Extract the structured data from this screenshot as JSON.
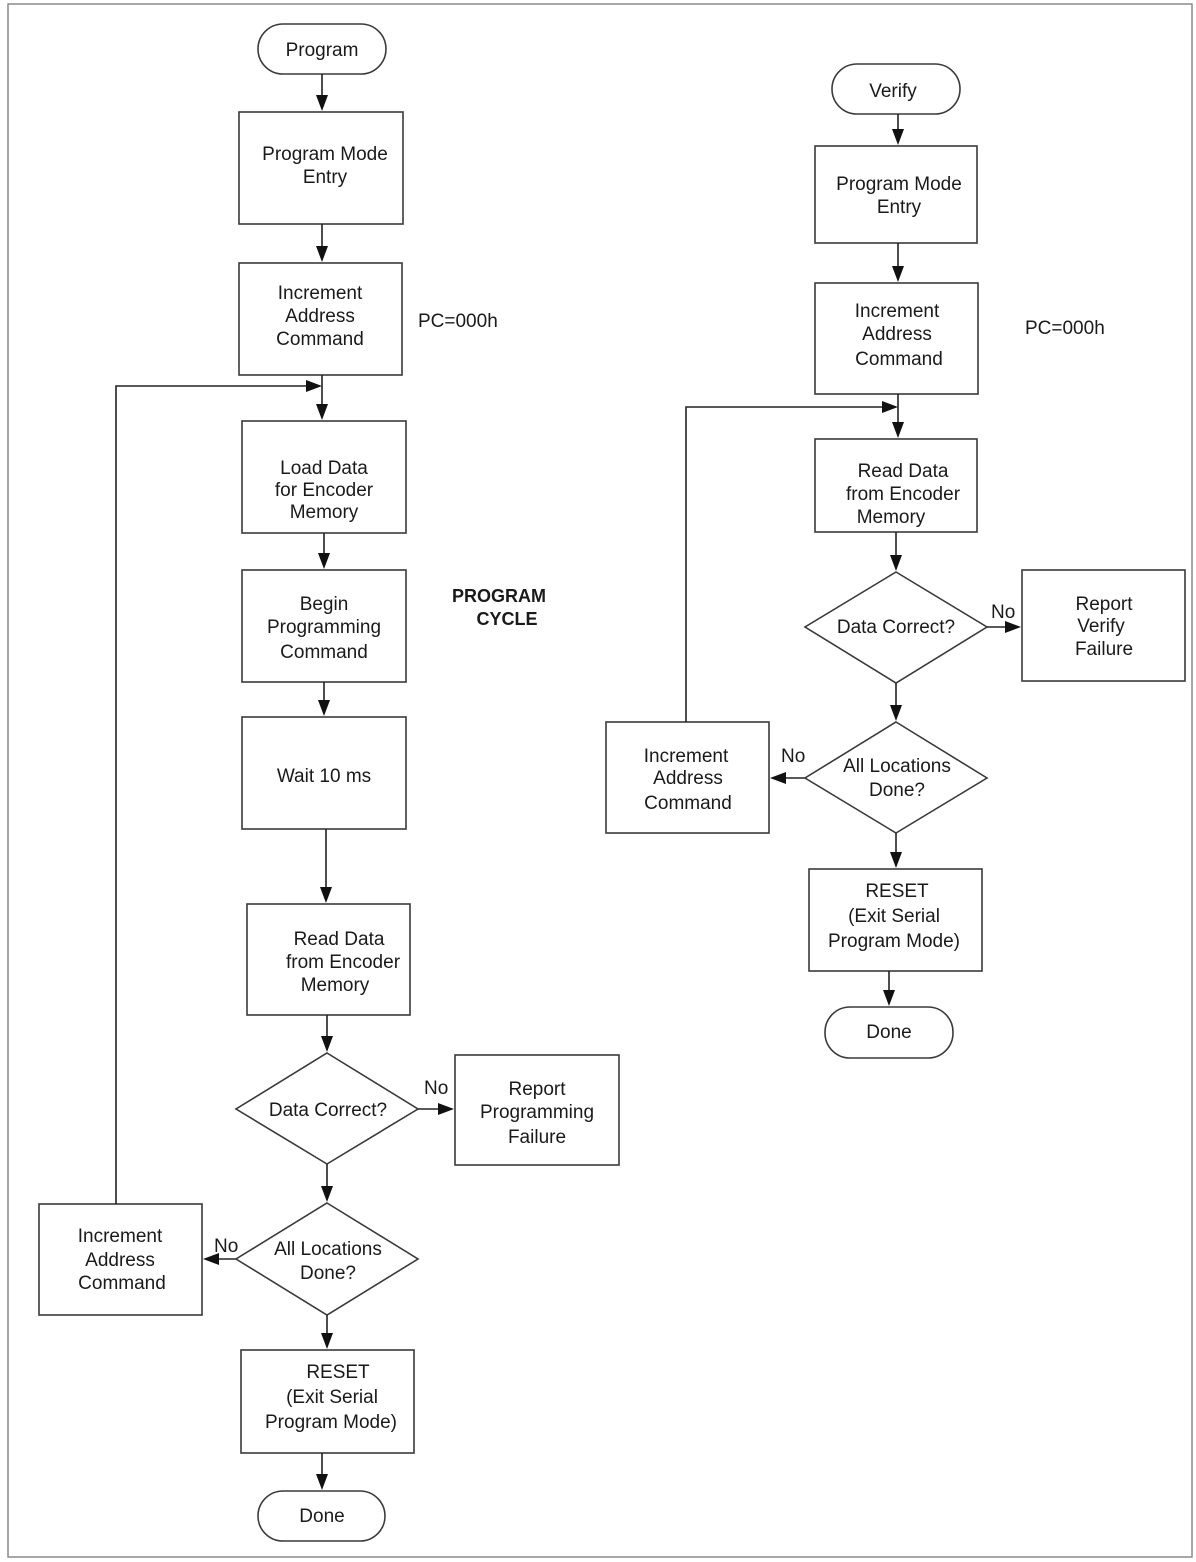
{
  "program_flow": {
    "start": "Program",
    "entry": [
      "Program Mode",
      "Entry"
    ],
    "increment_initial": [
      "Increment",
      "Address",
      "Command"
    ],
    "pc_note": "PC=000h",
    "load_data": [
      "Load Data",
      "for Encoder",
      "Memory"
    ],
    "begin_programming": [
      "Begin",
      "Programming",
      "Command"
    ],
    "cycle_label": [
      "PROGRAM",
      "CYCLE"
    ],
    "wait": "Wait 10 ms",
    "read_data": [
      "Read Data",
      "from Encoder",
      "Memory"
    ],
    "data_correct": "Data Correct?",
    "no_label_data": "No",
    "report_failure": [
      "Report",
      "Programming",
      "Failure"
    ],
    "all_locations": [
      "All Locations",
      "Done?"
    ],
    "no_label_locations": "No",
    "increment_loop": [
      "Increment",
      "Address",
      "Command"
    ],
    "reset": [
      "RESET",
      "(Exit Serial",
      "Program Mode)"
    ],
    "done": "Done"
  },
  "verify_flow": {
    "start": "Verify",
    "entry": [
      "Program Mode",
      "Entry"
    ],
    "increment_initial": [
      "Increment",
      "Address",
      "Command"
    ],
    "pc_note": "PC=000h",
    "read_data": [
      "Read Data",
      "from Encoder",
      "Memory"
    ],
    "data_correct": "Data Correct?",
    "no_label_data": "No",
    "report_failure": [
      "Report",
      "Verify",
      "Failure"
    ],
    "all_locations": [
      "All Locations",
      "Done?"
    ],
    "no_label_locations": "No",
    "increment_loop": [
      "Increment",
      "Address",
      "Command"
    ],
    "reset": [
      "RESET",
      "(Exit Serial",
      "Program Mode)"
    ],
    "done": "Done"
  }
}
